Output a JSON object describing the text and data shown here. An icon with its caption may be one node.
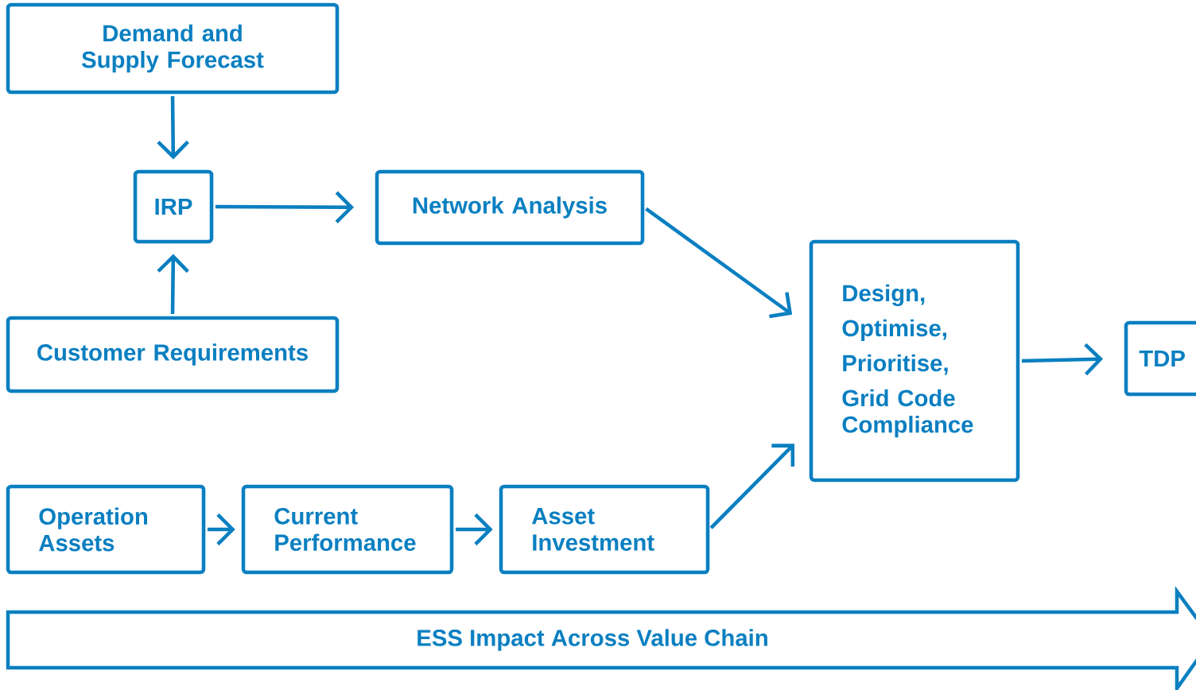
{
  "diagram": {
    "nodes": [
      {
        "text": [
          "Demand and Supply Forecast"
        ]
      },
      {
        "text": [
          "IRP"
        ]
      },
      {
        "text": [
          "Customer Requirements"
        ]
      },
      {
        "text": [
          "Network Analysis"
        ]
      },
      {
        "text": [
          "Design,",
          "Optimise,",
          "Prioritise,",
          "Grid Code Compliance"
        ]
      },
      {
        "text": [
          "TDP"
        ]
      },
      {
        "text": [
          "Operation Assets"
        ]
      },
      {
        "text": [
          "Current Performance"
        ]
      },
      {
        "text": [
          "Asset Investment"
        ]
      },
      {
        "text": [
          "ESS Impact Across Value Chain"
        ]
      }
    ],
    "edges": [
      {
        "from": 0,
        "to": 1,
        "arrow": "to"
      },
      {
        "from": 2,
        "to": 1,
        "arrow": "to"
      },
      {
        "from": 1,
        "to": 3,
        "arrow": "to"
      },
      {
        "from": 3,
        "to": 4,
        "arrow": "to"
      },
      {
        "from": 8,
        "to": 4,
        "arrow": "to"
      },
      {
        "from": 4,
        "to": 5,
        "arrow": "to"
      },
      {
        "from": 6,
        "to": 7,
        "arrow": "to"
      },
      {
        "from": 7,
        "to": 8,
        "arrow": "to"
      }
    ]
  }
}
